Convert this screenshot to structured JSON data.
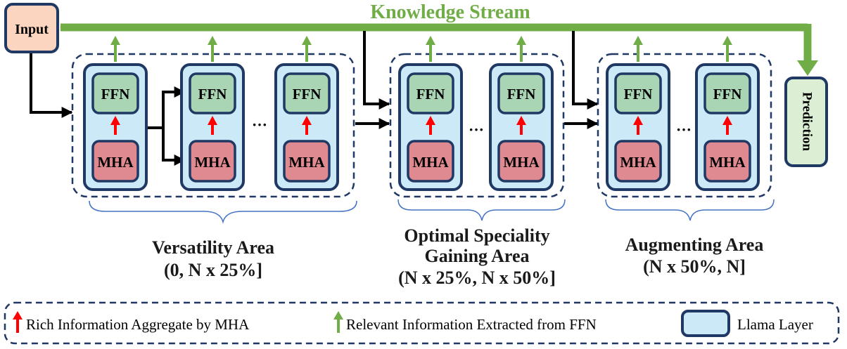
{
  "title": "Knowledge Stream",
  "input_label": "Input",
  "prediction_label": "Prediction",
  "ffn_label": "FFN",
  "mha_label": "MHA",
  "ellipsis": "···",
  "areas": [
    {
      "name_lines": [
        "Versatility Area"
      ],
      "range": "(0, N x 25%]"
    },
    {
      "name_lines": [
        "Optimal Speciality",
        "Gaining Area"
      ],
      "range": "(N x 25%, N x 50%]"
    },
    {
      "name_lines": [
        "Augmenting Area"
      ],
      "range": "(N x 50%, N]"
    }
  ],
  "legend": {
    "red_arrow_text": "Rich Information Aggregate by MHA",
    "green_arrow_text": "Relevant Information Extracted from FFN",
    "layer_text": "Llama Layer"
  },
  "colors": {
    "stream_green": "#70ad47",
    "arrow_red": "#ff0000",
    "layer_fill": "#cce9f7",
    "layer_border": "#1f3864",
    "ffn_fill": "#a9d5b5",
    "mha_fill": "#df8a90",
    "input_fill": "#fbd5c0",
    "prediction_fill": "#dcefd5",
    "brace_blue": "#4472c4"
  }
}
